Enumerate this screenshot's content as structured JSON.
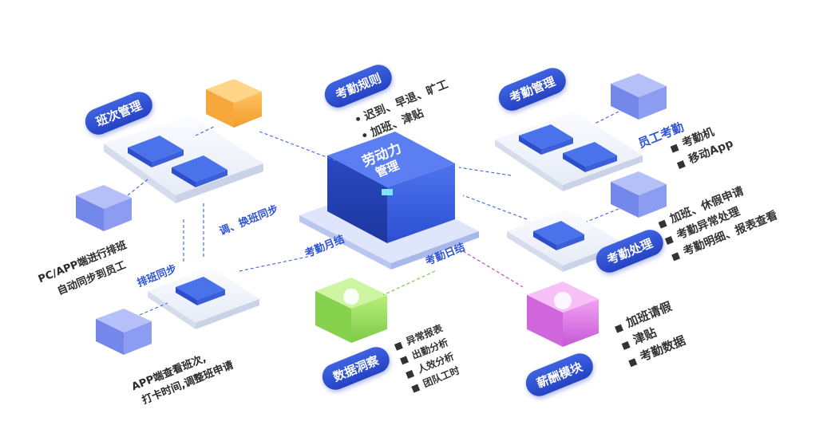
{
  "center": {
    "line1": "劳动力",
    "line2": "管理"
  },
  "modules": {
    "shift": "班次管理",
    "rules": "考勤规则",
    "attendance": "考勤管理",
    "processing": "考勤处理",
    "insight": "数据洞察",
    "salary": "薪酬模块"
  },
  "rules_items": [
    "迟到、早退、旷工",
    "加班、津贴"
  ],
  "attendance_items": [
    "员工考勤",
    "考勤机",
    "移动App"
  ],
  "processing_items": [
    "加班、休假申请",
    "考勤异常处理",
    "考勤明细、报表查看"
  ],
  "insight_items": [
    "异常报表",
    "出勤分析",
    "人效分析",
    "团队工时"
  ],
  "salary_items": [
    "加班请假",
    "津贴",
    "考勤数据"
  ],
  "labels": {
    "swap_sync": "调、换班同步",
    "schedule_sync": "排班同步",
    "monthly": "考勤月结",
    "daily": "考勤日结",
    "pc_app_line1": "PC/APP端进行排班",
    "pc_app_line2": "自动同步到员工",
    "app_view_line1": "APP端查看班次,",
    "app_view_line2": "打卡时间,调整班申请"
  }
}
